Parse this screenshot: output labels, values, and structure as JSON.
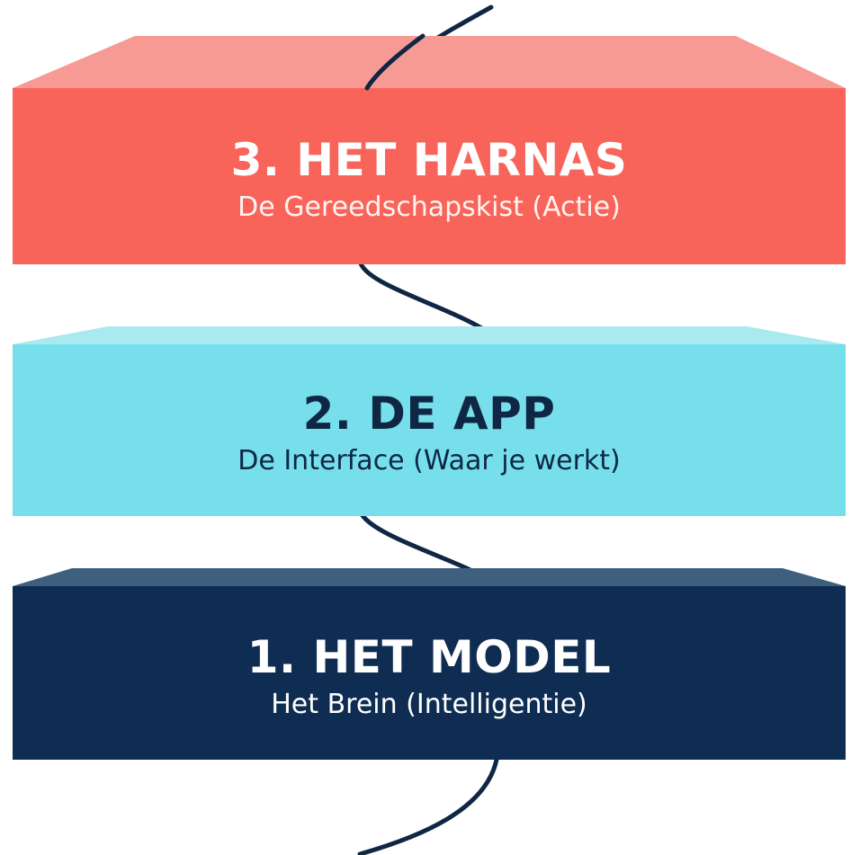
{
  "layers": [
    {
      "number": 3,
      "title": "3. HET HARNAS",
      "subtitle": "De Gereedschapskist (Actie)",
      "color_front": "#f8645a",
      "color_top": "#f79a93"
    },
    {
      "number": 2,
      "title": "2. DE APP",
      "subtitle": "De Interface (Waar je werkt)",
      "color_front": "#76dfeb",
      "color_top": "#a9e9f0"
    },
    {
      "number": 1,
      "title": "1. HET MODEL",
      "subtitle": "Het Brein (Intelligentie)",
      "color_front": "#0f2d52",
      "color_top": "#3f5f7e"
    }
  ],
  "connector_color": "#0f2744"
}
